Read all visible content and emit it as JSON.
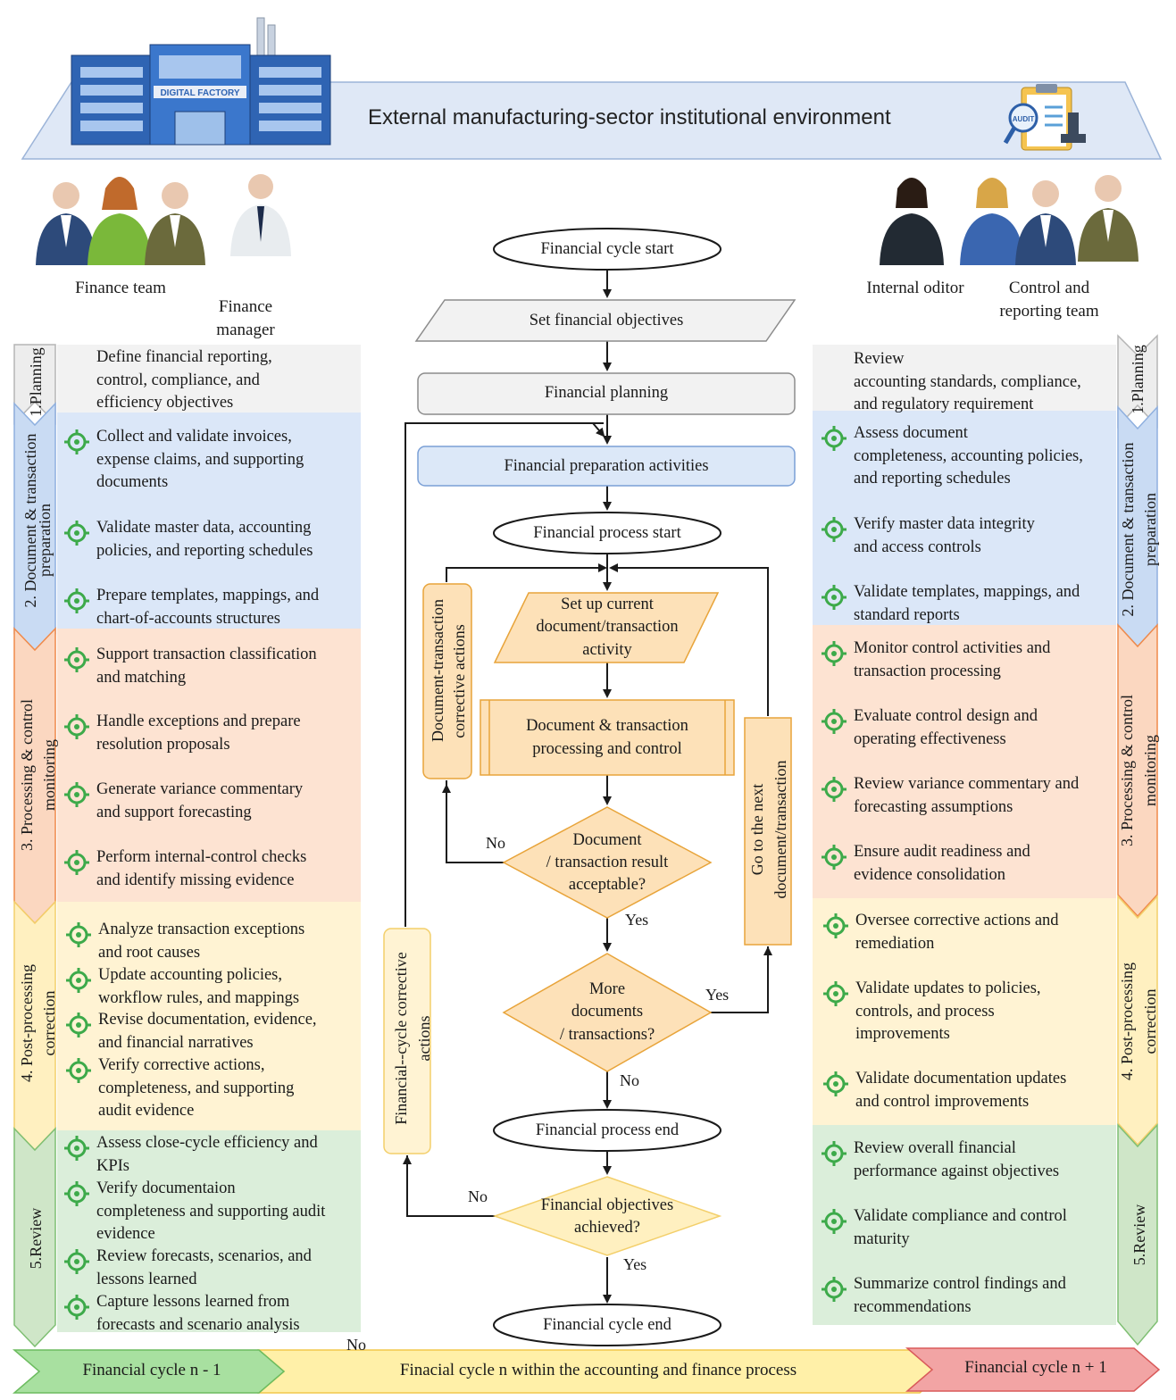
{
  "banner": {
    "title": "External manufacturing-sector institutional environment",
    "factory_sign": "DIGITAL FACTORY",
    "audit_stamp": "AUDIT"
  },
  "roles": {
    "finance_team": "Finance team",
    "finance_manager_l1": "Finance",
    "finance_manager_l2": "manager",
    "internal_auditor": "Internal oditor",
    "control_team_l1": "Control and",
    "control_team_l2": "reporting team"
  },
  "phases": {
    "p1": "1.Planning",
    "p2_l1": "2. Document & transaction",
    "p2_l2": "preparation",
    "p3_l1": "3. Processing & control",
    "p3_l2": "monitoring",
    "p4_l1": "4. Post-processing",
    "p4_l2": "correction",
    "p5": "5.Review"
  },
  "left_items": {
    "planning": [
      "Define financial reporting,",
      "control, compliance, and",
      "efficiency objectives"
    ],
    "prep_1": [
      "Collect and validate invoices,",
      "expense claims, and supporting",
      "documents"
    ],
    "prep_2": [
      "Validate master data, accounting",
      "policies, and reporting schedules"
    ],
    "prep_3": [
      "Prepare templates, mappings, and",
      "chart-of-accounts structures"
    ],
    "proc_1": [
      "Support transaction classification",
      "and matching"
    ],
    "proc_2": [
      "Handle exceptions and prepare",
      "resolution proposals"
    ],
    "proc_3": [
      "Generate variance commentary",
      "and support forecasting"
    ],
    "proc_4": [
      "Perform internal-control checks",
      "and identify missing evidence"
    ],
    "post_1": [
      "Analyze transaction exceptions",
      "and root causes"
    ],
    "post_2": [
      "Update accounting policies,",
      "workflow rules, and mappings"
    ],
    "post_3": [
      "Revise documentation, evidence,",
      "and financial narratives"
    ],
    "post_4": [
      "Verify corrective actions,",
      "completeness, and supporting",
      "audit evidence"
    ],
    "rev_1": [
      "Assess close-cycle efficiency and",
      "KPIs"
    ],
    "rev_2": [
      "Verify documentaion",
      "completeness and supporting audit",
      "evidence"
    ],
    "rev_3": [
      "Review forecasts, scenarios, and",
      "lessons learned"
    ],
    "rev_4": [
      "Capture lessons learned from",
      "forecasts and scenario analysis"
    ]
  },
  "right_items": {
    "planning": [
      "Review",
      "accounting standards, compliance,",
      "and regulatory requirement"
    ],
    "prep_1": [
      "Assess document",
      "completeness, accounting policies,",
      "and reporting schedules"
    ],
    "prep_2": [
      "Verify master data integrity",
      "and access controls"
    ],
    "prep_3": [
      "Validate templates, mappings, and",
      "standard reports"
    ],
    "proc_1": [
      "Monitor control activities and",
      "transaction processing"
    ],
    "proc_2": [
      "Evaluate control design and",
      "operating effectiveness"
    ],
    "proc_3": [
      "Review variance commentary and",
      "forecasting assumptions"
    ],
    "proc_4": [
      "Ensure audit readiness and",
      "evidence consolidation"
    ],
    "post_1": [
      "Oversee corrective actions and",
      "remediation"
    ],
    "post_2": [
      "Validate updates to policies,",
      "controls, and process",
      "improvements"
    ],
    "post_3": [
      "Validate documentation updates",
      "and control improvements"
    ],
    "rev_1": [
      "Review overall financial",
      "performance against objectives"
    ],
    "rev_2": [
      "Validate compliance and control",
      "maturity"
    ],
    "rev_3": [
      "Summarize control findings and",
      "recommendations"
    ]
  },
  "flow": {
    "cycle_start": "Financial cycle start",
    "set_objectives": "Set financial objectives",
    "planning": "Financial planning",
    "prep_activities": "Financial preparation activities",
    "process_start": "Financial process start",
    "setup_l1": "Set up current",
    "setup_l2": "document/transaction",
    "setup_l3": "activity",
    "proc_l1": "Document & transaction",
    "proc_l2": "processing and control",
    "dec1_l1": "Document",
    "dec1_l2": "/ transaction result",
    "dec1_l3": "acceptable?",
    "dec2_l1": "More",
    "dec2_l2": "documents",
    "dec2_l3": "/ transactions?",
    "process_end": "Financial process end",
    "dec3_l1": "Financial objectives",
    "dec3_l2": "achieved?",
    "cycle_end": "Financial cycle end",
    "doc_corrective_l1": "Document-transaction",
    "doc_corrective_l2": "corrective actions",
    "go_next_l1": "Go to the next",
    "go_next_l2": "document/transaction",
    "fin_corrective_l1": "Financial--cycle corrective",
    "fin_corrective_l2": "actions",
    "no": "No",
    "yes": "Yes"
  },
  "timeline": {
    "prev": "Financial cycle n - 1",
    "current": "Finacial cycle n within the accounting and finance process",
    "next": "Financial cycle n + 1",
    "no": "No"
  },
  "colors": {
    "planning": "#f2f2f2",
    "prep": "#dbe7f8",
    "proc": "#fde3d2",
    "post": "#fff3d3",
    "review": "#dbeeda",
    "arrow_blue": "#c9dbf3",
    "arrow_orange": "#fbd7c0",
    "arrow_yellow": "#fff0c0",
    "arrow_green": "#cfe6c8",
    "decision": "#fde1b8",
    "process_blue": "#dce8f8",
    "icon_green": "#3daa4a"
  }
}
